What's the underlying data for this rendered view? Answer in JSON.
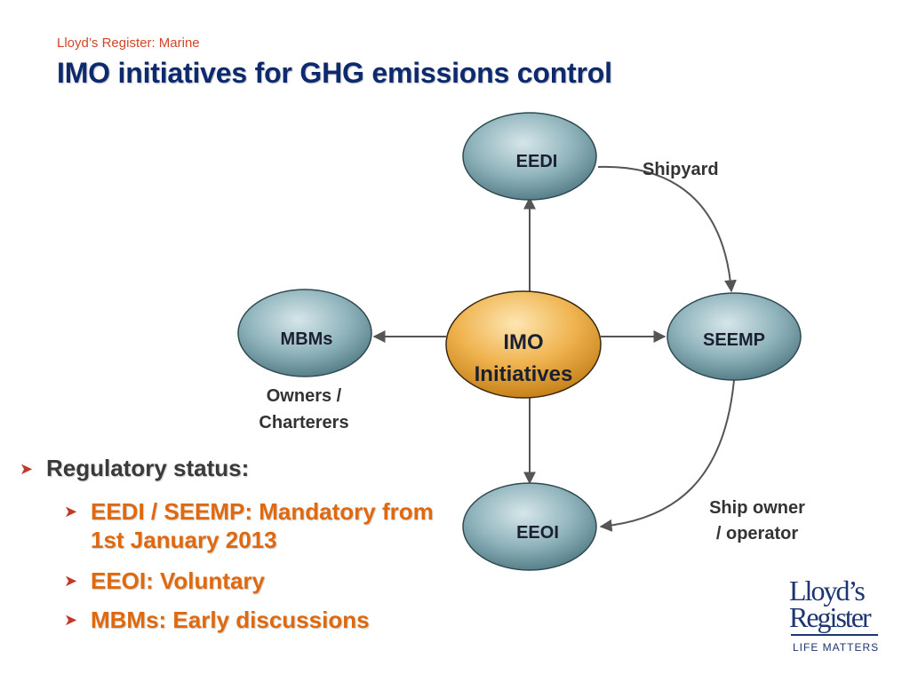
{
  "header": {
    "supertitle": "Lloyd’s Register: Marine",
    "title": "IMO initiatives for GHG emissions control"
  },
  "diagram": {
    "center": {
      "line1": "IMO",
      "line2": "Initiatives"
    },
    "nodes": {
      "eedi": "EEDI",
      "seemp": "SEEMP",
      "mbms": "MBMs",
      "eeoi": "EEOI"
    },
    "captions": {
      "shipyard": "Shipyard",
      "owners_line1": "Owners /",
      "owners_line2": "Charterers",
      "shipowner_line1": "Ship owner",
      "shipowner_line2": "/ operator"
    },
    "colors": {
      "node_fill": "#6f9aa4",
      "center_fill": "#e3a43a",
      "arrow": "#555555"
    }
  },
  "bullets": {
    "heading": "Regulatory status:",
    "items": [
      {
        "line1": "EEDI / SEEMP: Mandatory from",
        "line2": "1st January 2013"
      },
      {
        "line1": "EEOI: Voluntary"
      },
      {
        "line1": "MBMs: Early discussions"
      }
    ],
    "colors": {
      "heading": "#3a3a3a",
      "item": "#e0690e",
      "marker": "#c0392b"
    }
  },
  "logo": {
    "line1": "Lloyd’s",
    "line2": "Register",
    "tagline": "LIFE MATTERS"
  }
}
